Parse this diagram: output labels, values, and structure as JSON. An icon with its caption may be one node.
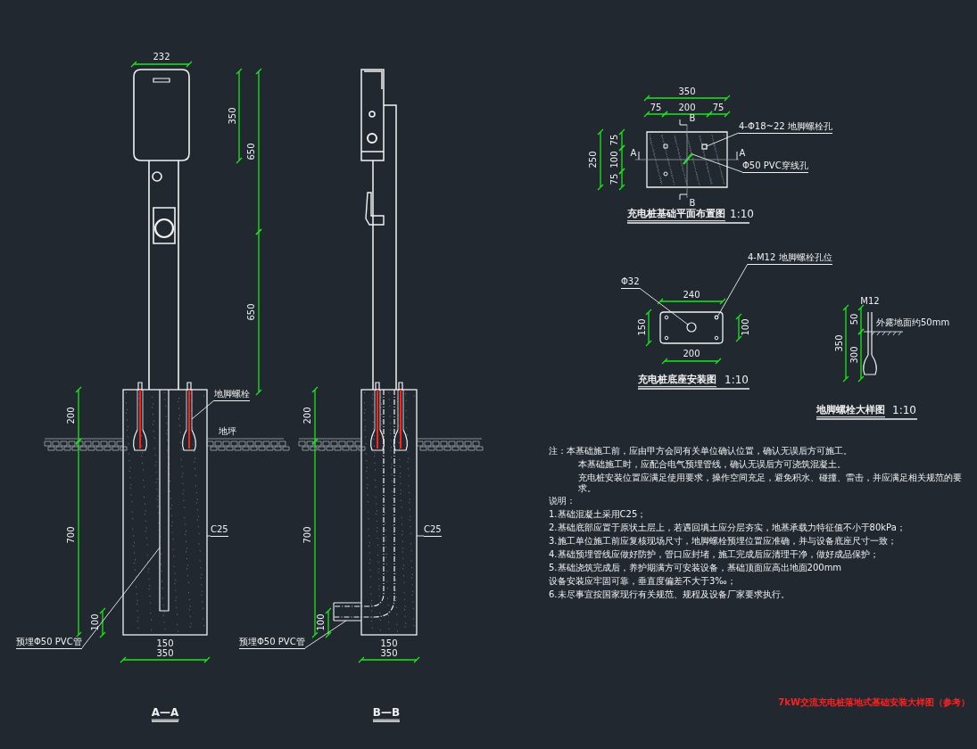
{
  "diagram": {
    "title": "7kW交流充电桩落地式基础安装大样图（参考）",
    "nodes": [
      {
        "text": [
          "地脚螺栓"
        ]
      },
      {
        "text": [
          "C25"
        ]
      },
      {
        "text": [
          "预埋Φ50 PVC管"
        ]
      },
      {
        "text": [
          "C25"
        ]
      },
      {
        "text": [
          "预埋Φ50 PVC管"
        ]
      },
      {
        "text": [
          "4-Φ18~22 地脚螺栓孔"
        ]
      },
      {
        "text": [
          "Φ50 PVC穿线孔"
        ]
      },
      {
        "text": [
          "Φ32"
        ]
      },
      {
        "text": [
          "4-M12 地脚螺栓孔位"
        ]
      },
      {
        "text": [],
        "shape": "box"
      },
      {
        "text": [],
        "shape": "bar",
        "in": 9
      },
      {
        "text": [],
        "shape": "bar",
        "in": 9
      },
      {
        "text": [],
        "shape": "box"
      },
      {
        "text": [],
        "shape": "bar"
      },
      {
        "text": [],
        "shape": "box"
      },
      {
        "text": [],
        "shape": "bar"
      },
      {
        "text": [],
        "shape": "circle"
      },
      {
        "text": [],
        "shape": "circle"
      }
    ],
    "edges": [
      {
        "from": 0,
        "to": 11,
        "arrow": "none"
      },
      {
        "from": 1,
        "to": 9,
        "arrow": "none"
      },
      {
        "from": 2,
        "to": 10,
        "arrow": "none"
      },
      {
        "from": 3,
        "to": 12,
        "arrow": "none"
      },
      {
        "from": 4,
        "to": 13,
        "arrow": "none"
      },
      {
        "from": 5,
        "to": 14,
        "arrow": "none"
      },
      {
        "from": 6,
        "to": 15,
        "arrow": "none"
      },
      {
        "from": 7,
        "to": 16,
        "arrow": "none"
      },
      {
        "from": 8,
        "to": 17,
        "arrow": "none"
      }
    ],
    "labels": [
      "232",
      "350",
      "650",
      "650",
      "地坪",
      "200",
      "700",
      "100",
      "150",
      "350",
      "200",
      "700",
      "100",
      "150",
      "350",
      "A—A",
      "B—B",
      "350",
      "75",
      "200",
      "75",
      "250",
      "75",
      "100",
      "75",
      "B",
      "B",
      "A",
      "A",
      "充电桩基础平面布置图",
      "1:10",
      "240",
      "150",
      "100",
      "200",
      "充电桩底座安装图",
      "1:10",
      "M12",
      "50",
      "350",
      "300",
      "外露地面约50mm",
      "地脚螺栓大样图",
      "1:10",
      "注：本基础施工前，应由甲方会同有关单位确认位置，确认无误后方可施工。",
      "本基础施工时，应配合电气预埋管线，确认无误后方可浇筑混凝土。",
      "充电桩安装位置应满足使用要求，操作空间充足，避免积水、碰撞、雷击，并应满足相关规范的要求。",
      "说明：",
      "1.基础混凝土采用C25；",
      "2.基础底部应置于原状土层上，若遇回填土应分层夯实，地基承载力特征值不小于80kPa；",
      "3.施工单位施工前应复核现场尺寸，地脚螺栓预埋位置应准确，并与设备底座尺寸一致；",
      "4.基础预埋管线应做好防护，管口应封堵，施工完成后应清理干净，做好成品保护；",
      "5.基础浇筑完成后，养护期满方可安装设备，基础顶面应高出地面200mm",
      "设备安装应牢固可靠，垂直度偏差不大于3‰；",
      "6.未尽事宜按国家现行有关规范、规程及设备厂家要求执行。"
    ]
  }
}
